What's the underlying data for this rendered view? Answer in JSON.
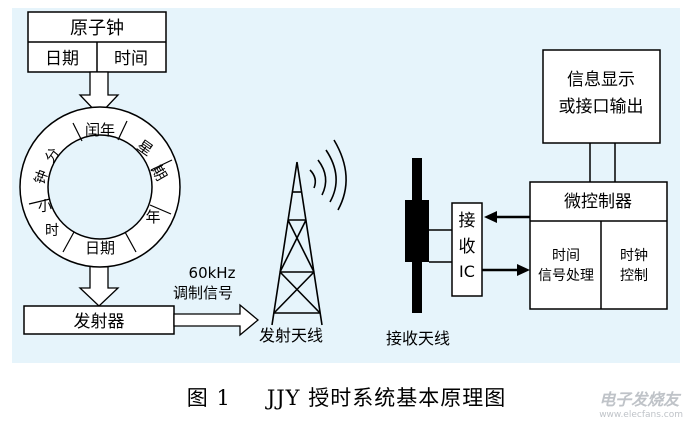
{
  "diagram": {
    "colors": {
      "background": "#e6f4fb",
      "box_fill": "#ffffff",
      "stroke": "#000000"
    },
    "atomic_clock": {
      "title": "原子钟",
      "date": "日期",
      "time": "时间"
    },
    "ring_labels": {
      "leap_year": "闰年",
      "weekday_1": "星",
      "weekday_2": "期",
      "year": "年",
      "date": "日期",
      "hour_1": "小",
      "hour_2": "时",
      "minute_1": "分",
      "minute_2": "钟"
    },
    "transmitter": "发射器",
    "signal_label_1": "60kHz",
    "signal_label_2": "调制信号",
    "transmit_antenna": "发射天线",
    "receive_antenna": "接收天线",
    "receiver_ic": {
      "line1": "接",
      "line2": "收",
      "line3": "IC"
    },
    "display_box": {
      "line1": "信息显示",
      "line2": "或接口输出"
    },
    "microcontroller": {
      "title": "微控制器",
      "time_line1": "时间",
      "time_line2": "信号处理",
      "clock_line1": "时钟",
      "clock_line2": "控制"
    }
  },
  "caption": {
    "number": "图 1",
    "title": "JJY 授时系统基本原理图"
  },
  "watermark": {
    "brand": "电子发烧友",
    "url": "www.elecfans.com"
  }
}
